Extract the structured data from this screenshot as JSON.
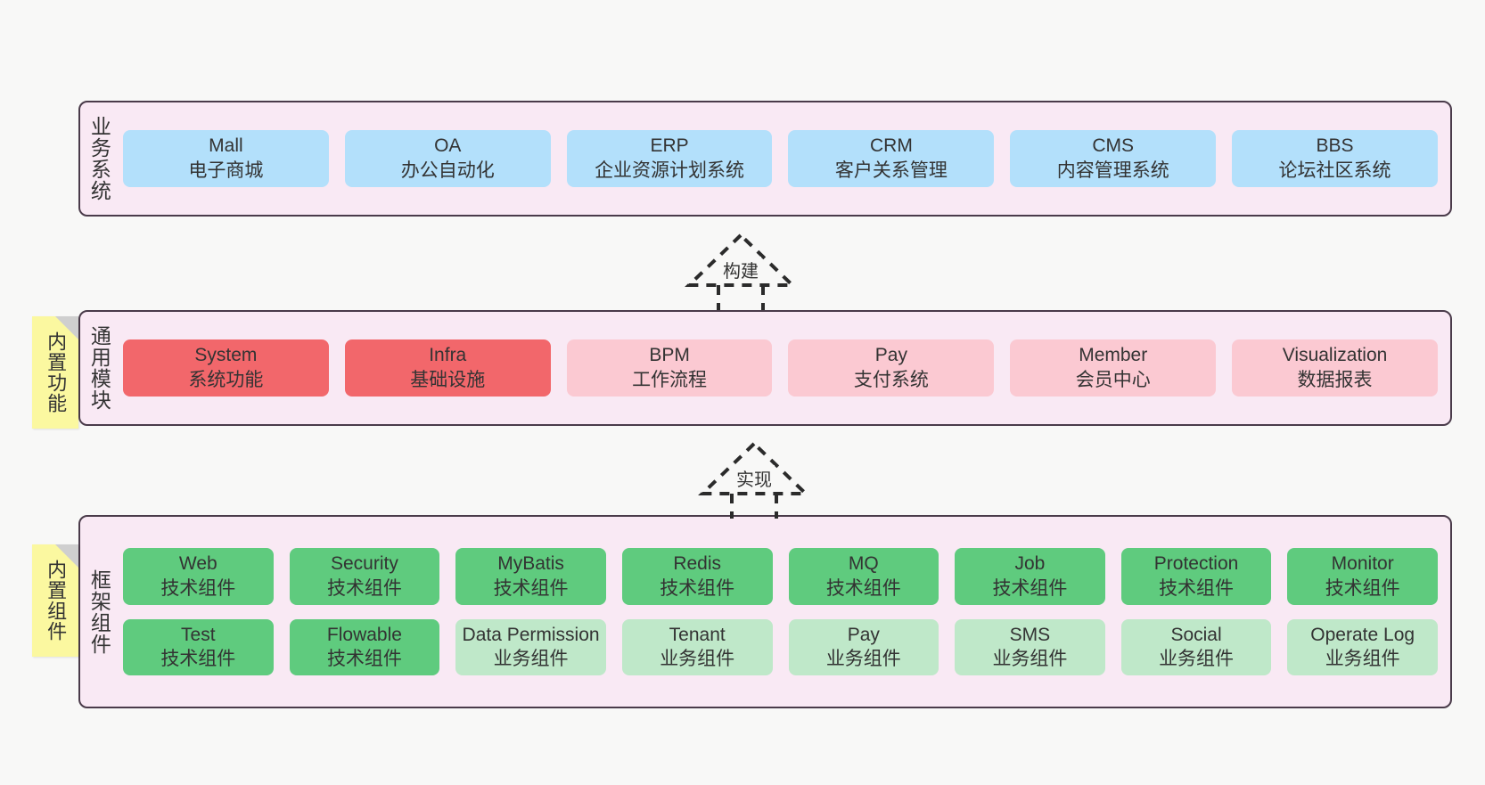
{
  "colors": {
    "canvas": "#f8f8f7",
    "band_fill": "#f9e9f4",
    "band_border": "#4a3b4a",
    "blue": "#b3e0fb",
    "red": "#f2676b",
    "pink": "#fbc9d2",
    "green": "#5fcb7e",
    "light_green": "#bfe8c9",
    "note_yellow": "#fbf8a0",
    "note_fold": "#cfcfcf",
    "text": "#333333"
  },
  "layers": [
    {
      "id": "business-systems",
      "label": "业务系统",
      "rows": [
        {
          "boxes": [
            {
              "title": "Mall",
              "subtitle": "电子商城",
              "style": "blue"
            },
            {
              "title": "OA",
              "subtitle": "办公自动化",
              "style": "blue"
            },
            {
              "title": "ERP",
              "subtitle": "企业资源计划系统",
              "style": "blue"
            },
            {
              "title": "CRM",
              "subtitle": "客户关系管理",
              "style": "blue"
            },
            {
              "title": "CMS",
              "subtitle": "内容管理系统",
              "style": "blue"
            },
            {
              "title": "BBS",
              "subtitle": "论坛社区系统",
              "style": "blue"
            }
          ]
        }
      ]
    },
    {
      "id": "common-modules",
      "label": "通用模块",
      "note": "内置功能",
      "rows": [
        {
          "boxes": [
            {
              "title": "System",
              "subtitle": "系统功能",
              "style": "red"
            },
            {
              "title": "Infra",
              "subtitle": "基础设施",
              "style": "red"
            },
            {
              "title": "BPM",
              "subtitle": "工作流程",
              "style": "pink"
            },
            {
              "title": "Pay",
              "subtitle": "支付系统",
              "style": "pink"
            },
            {
              "title": "Member",
              "subtitle": "会员中心",
              "style": "pink"
            },
            {
              "title": "Visualization",
              "subtitle": "数据报表",
              "style": "pink"
            }
          ]
        }
      ]
    },
    {
      "id": "framework-components",
      "label": "框架组件",
      "note": "内置组件",
      "rows": [
        {
          "boxes": [
            {
              "title": "Web",
              "subtitle": "技术组件",
              "style": "green"
            },
            {
              "title": "Security",
              "subtitle": "技术组件",
              "style": "green"
            },
            {
              "title": "MyBatis",
              "subtitle": "技术组件",
              "style": "green"
            },
            {
              "title": "Redis",
              "subtitle": "技术组件",
              "style": "green"
            },
            {
              "title": "MQ",
              "subtitle": "技术组件",
              "style": "green"
            },
            {
              "title": "Job",
              "subtitle": "技术组件",
              "style": "green"
            },
            {
              "title": "Protection",
              "subtitle": "技术组件",
              "style": "green"
            },
            {
              "title": "Monitor",
              "subtitle": "技术组件",
              "style": "green"
            }
          ]
        },
        {
          "boxes": [
            {
              "title": "Test",
              "subtitle": "技术组件",
              "style": "green"
            },
            {
              "title": "Flowable",
              "subtitle": "技术组件",
              "style": "green"
            },
            {
              "title": "Data Permission",
              "subtitle": "业务组件",
              "style": "light_green",
              "wrap": true
            },
            {
              "title": "Tenant",
              "subtitle": "业务组件",
              "style": "light_green"
            },
            {
              "title": "Pay",
              "subtitle": "业务组件",
              "style": "light_green"
            },
            {
              "title": "SMS",
              "subtitle": "业务组件",
              "style": "light_green"
            },
            {
              "title": "Social",
              "subtitle": "业务组件",
              "style": "light_green"
            },
            {
              "title": "Operate Log",
              "subtitle": "业务组件",
              "style": "light_green"
            }
          ]
        }
      ]
    }
  ],
  "connectors": [
    {
      "id": "build",
      "label": "构建",
      "from": "common-modules",
      "to": "business-systems",
      "arrow": "hollow-triangle-dashed"
    },
    {
      "id": "implement",
      "label": "实现",
      "from": "framework-components",
      "to": "common-modules",
      "arrow": "hollow-triangle-dashed"
    }
  ]
}
